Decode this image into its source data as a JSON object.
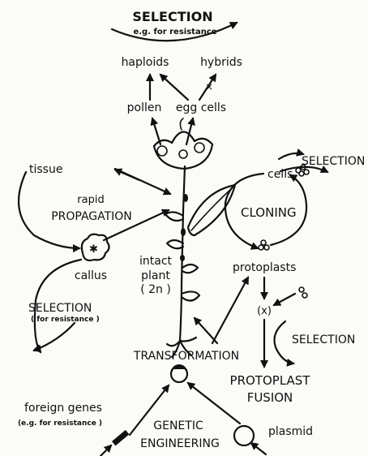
{
  "labels": {
    "selection_top": "SELECTION",
    "selection_top_sub": "e.g. for resistance",
    "haploids": "haploids",
    "hybrids": "hybrids",
    "pollen": "pollen",
    "egg_cells": "egg cells",
    "tissue": "tissue",
    "rapid": "rapid",
    "propagation": "PROPAGATION",
    "cells": "cells",
    "selection_right": "SELECTION",
    "cloning": "CLONING",
    "intact": "intact",
    "plant": "plant",
    "chromosome": "( 2n )",
    "callus": "callus",
    "protoplasts": "protoplasts",
    "selection_left": "SELECTION",
    "selection_left_sub": "( for resistance )",
    "fusion_mark": "(x)",
    "selection_mid": "SELECTION",
    "transformation": "TRANSFORMATION",
    "protoplast": "PROTOPLAST",
    "fusion": "FUSION",
    "foreign_genes": "foreign genes",
    "foreign_genes_sub": "(e.g. for resistance )",
    "genetic": "GENETIC",
    "engineering": "ENGINEERING",
    "plasmid": "plasmid"
  }
}
